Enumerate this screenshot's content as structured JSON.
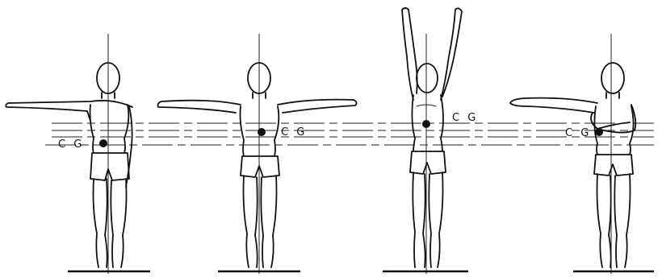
{
  "figures": [
    {
      "pose": "right-arm-extended-sideways",
      "cg_label": "C G"
    },
    {
      "pose": "both-arms-extended-sideways",
      "cg_label": "C G"
    },
    {
      "pose": "both-arms-raised-overhead",
      "cg_label": "C G"
    },
    {
      "pose": "one-arm-sideways-other-across-chest",
      "cg_label": "C G"
    }
  ],
  "colors": {
    "ink": "#111111",
    "paper": "#ffffff"
  }
}
